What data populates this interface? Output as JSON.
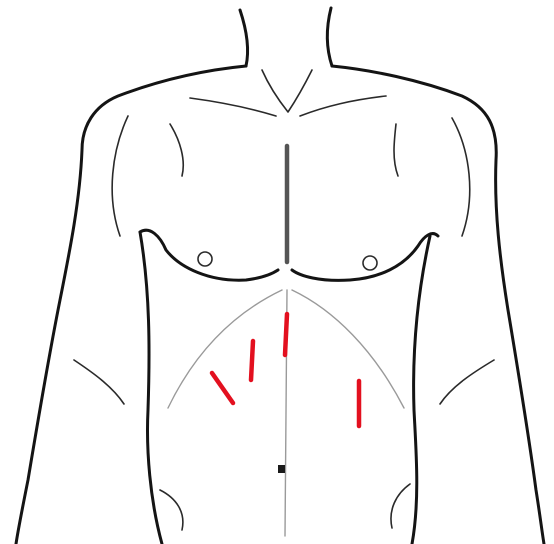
{
  "figure": {
    "subject": "anterior-torso-incision-diagram",
    "colors": {
      "outline": "#141414",
      "costal_margin": "#9a9a9a",
      "incision": "#e3101f",
      "sternum": "#555555",
      "background": "#ffffff"
    },
    "incision_marks": [
      {
        "id": "lateral-right-subcostal"
      },
      {
        "id": "mid-right-subcostal"
      },
      {
        "id": "epigastric-paramedian"
      },
      {
        "id": "left-lateral"
      }
    ]
  }
}
